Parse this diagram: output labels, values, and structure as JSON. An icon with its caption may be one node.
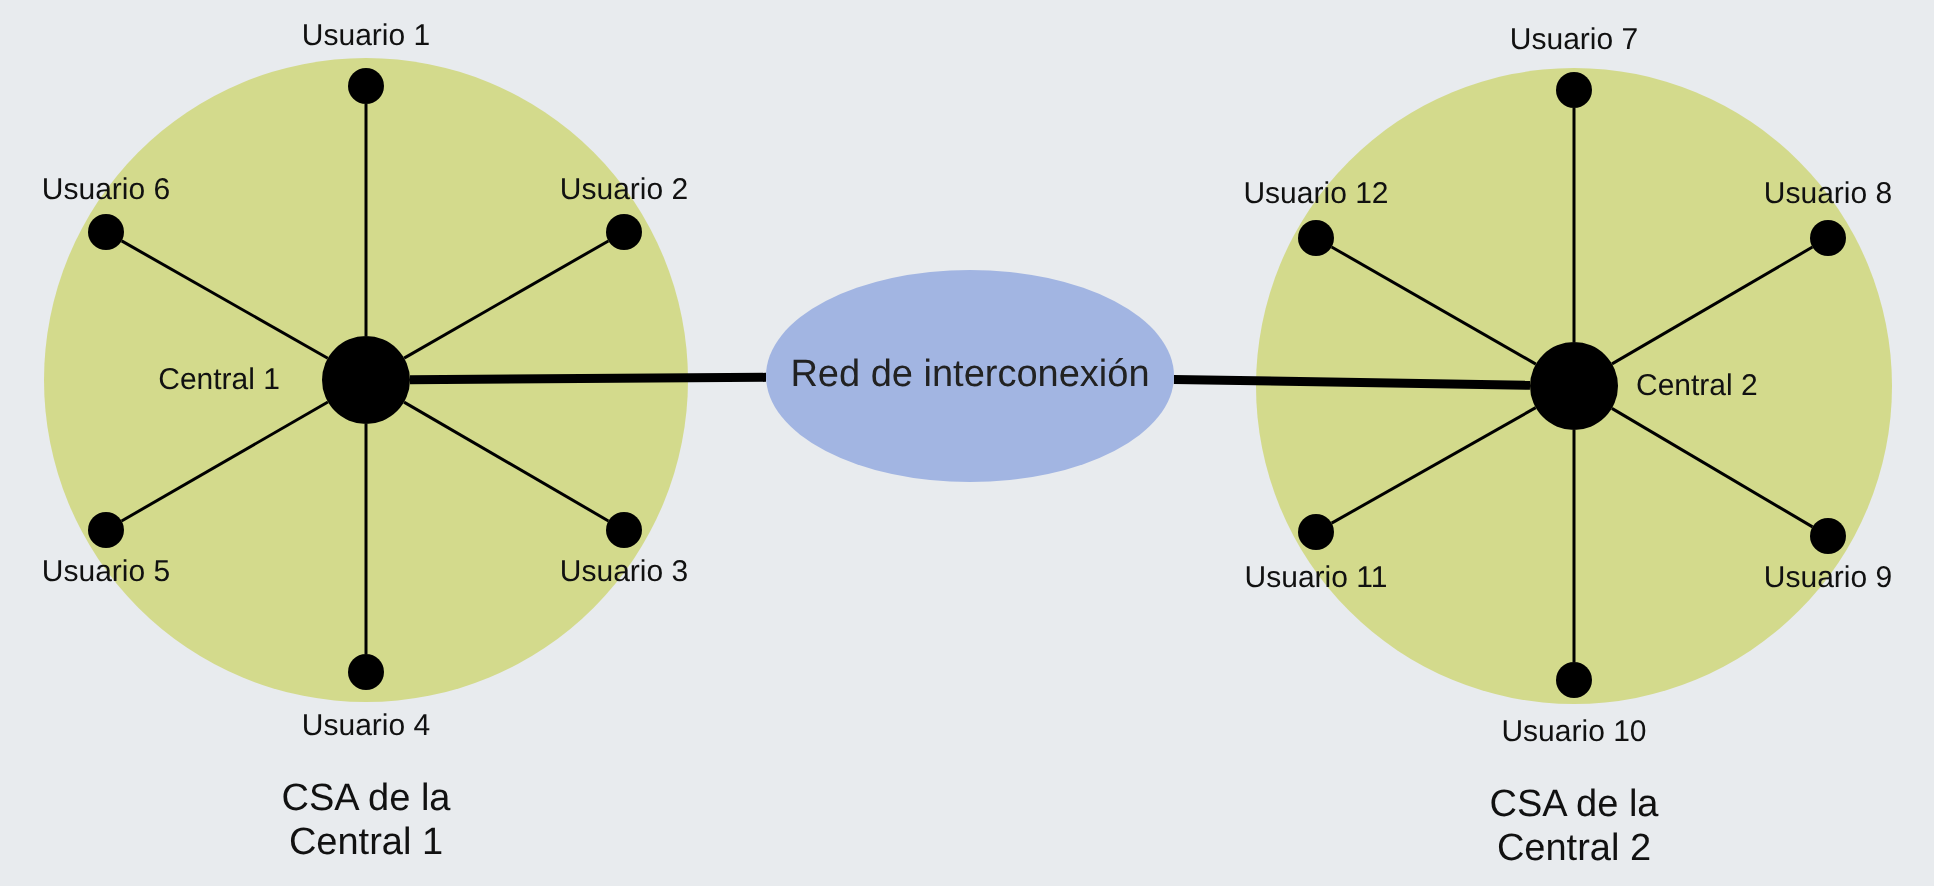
{
  "diagram": {
    "nodes": [
      {
        "text": [],
        "shape": "circle",
        "beside": [
          "CSA de la Central 1"
        ]
      },
      {
        "text": [],
        "shape": "circle",
        "beside": [
          "Central 1"
        ],
        "in": 0
      },
      {
        "text": [],
        "shape": "circle",
        "beside": [
          "Usuario 1"
        ],
        "in": 0
      },
      {
        "text": [],
        "shape": "circle",
        "beside": [
          "Usuario 2"
        ],
        "in": 0
      },
      {
        "text": [],
        "shape": "circle",
        "beside": [
          "Usuario 3"
        ],
        "in": 0
      },
      {
        "text": [],
        "shape": "circle",
        "beside": [
          "Usuario 4"
        ],
        "in": 0
      },
      {
        "text": [],
        "shape": "circle",
        "beside": [
          "Usuario 5"
        ],
        "in": 0
      },
      {
        "text": [],
        "shape": "circle",
        "beside": [
          "Usuario 6"
        ],
        "in": 0
      },
      {
        "text": [
          "Red de interconexión"
        ]
      },
      {
        "text": [],
        "shape": "circle",
        "beside": [
          "CSA de la Central 2"
        ]
      },
      {
        "text": [],
        "shape": "circle",
        "beside": [
          "Central 2"
        ],
        "in": 9
      },
      {
        "text": [],
        "shape": "circle",
        "beside": [
          "Usuario 7"
        ],
        "in": 9
      },
      {
        "text": [],
        "shape": "circle",
        "beside": [
          "Usuario 8"
        ],
        "in": 9
      },
      {
        "text": [],
        "shape": "circle",
        "beside": [
          "Usuario 9"
        ],
        "in": 9
      },
      {
        "text": [],
        "shape": "circle",
        "beside": [
          "Usuario 10"
        ],
        "in": 9
      },
      {
        "text": [],
        "shape": "circle",
        "beside": [
          "Usuario 11"
        ],
        "in": 9
      },
      {
        "text": [],
        "shape": "circle",
        "beside": [
          "Usuario 12"
        ],
        "in": 9
      }
    ],
    "edges": [
      {
        "from": 1,
        "to": 2,
        "arrow": "none"
      },
      {
        "from": 1,
        "to": 3,
        "arrow": "none"
      },
      {
        "from": 1,
        "to": 4,
        "arrow": "none"
      },
      {
        "from": 1,
        "to": 5,
        "arrow": "none"
      },
      {
        "from": 1,
        "to": 6,
        "arrow": "none"
      },
      {
        "from": 1,
        "to": 7,
        "arrow": "none"
      },
      {
        "from": 1,
        "to": 8,
        "arrow": "none",
        "style": "thick"
      },
      {
        "from": 8,
        "to": 10,
        "arrow": "none",
        "style": "thick"
      },
      {
        "from": 10,
        "to": 11,
        "arrow": "none"
      },
      {
        "from": 10,
        "to": 12,
        "arrow": "none"
      },
      {
        "from": 10,
        "to": 13,
        "arrow": "none"
      },
      {
        "from": 10,
        "to": 14,
        "arrow": "none"
      },
      {
        "from": 10,
        "to": 15,
        "arrow": "none"
      },
      {
        "from": 10,
        "to": 16,
        "arrow": "none"
      }
    ]
  }
}
